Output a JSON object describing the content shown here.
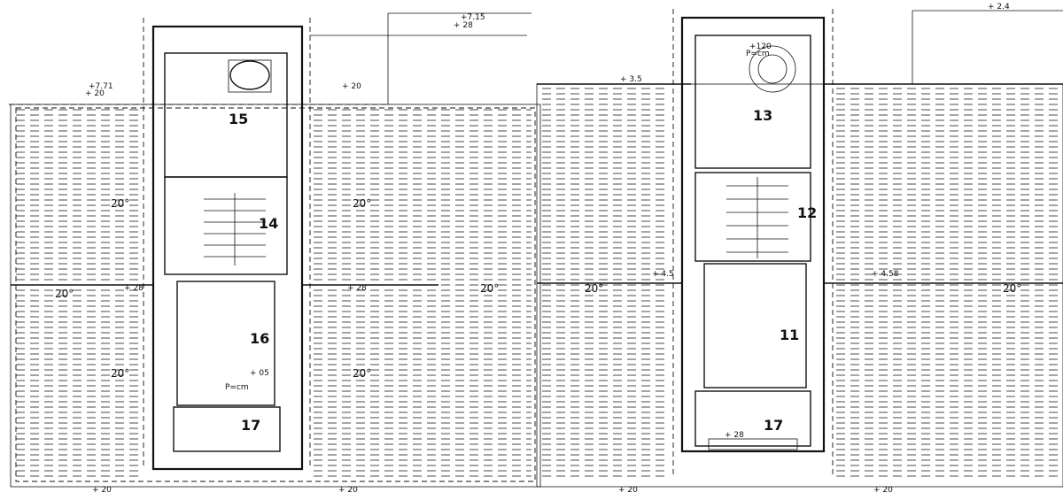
{
  "sections": {
    "left": {
      "rooms": [
        {
          "id": "15",
          "label": "15"
        },
        {
          "id": "14",
          "label": "14"
        },
        {
          "id": "16",
          "label": "16"
        },
        {
          "id": "17",
          "label": "17"
        }
      ],
      "slope_labels": [
        "20°",
        "20°",
        "20°",
        "20°",
        "20°",
        "20°"
      ],
      "elevation_marks": [
        "+7.15",
        "+ 28",
        "+7.71",
        "+ 20",
        "+ 28",
        "+ 28",
        "+ 20"
      ],
      "bottom_marks": [
        "+ 20",
        "+ 20"
      ],
      "misc_marks": [
        "+ 05",
        "P=cm"
      ]
    },
    "right": {
      "rooms": [
        {
          "id": "13",
          "label": "13"
        },
        {
          "id": "12",
          "label": "12"
        },
        {
          "id": "11",
          "label": "11"
        },
        {
          "id": "17",
          "label": "17"
        }
      ],
      "marks": [
        "+120",
        "P=cm",
        "+ 2.4",
        "+ 3.5",
        "+ 4.5",
        "+ 4.58",
        "+ 28",
        "+ 20",
        "+ 20"
      ],
      "slope_labels": [
        "20°",
        "20°"
      ]
    }
  }
}
